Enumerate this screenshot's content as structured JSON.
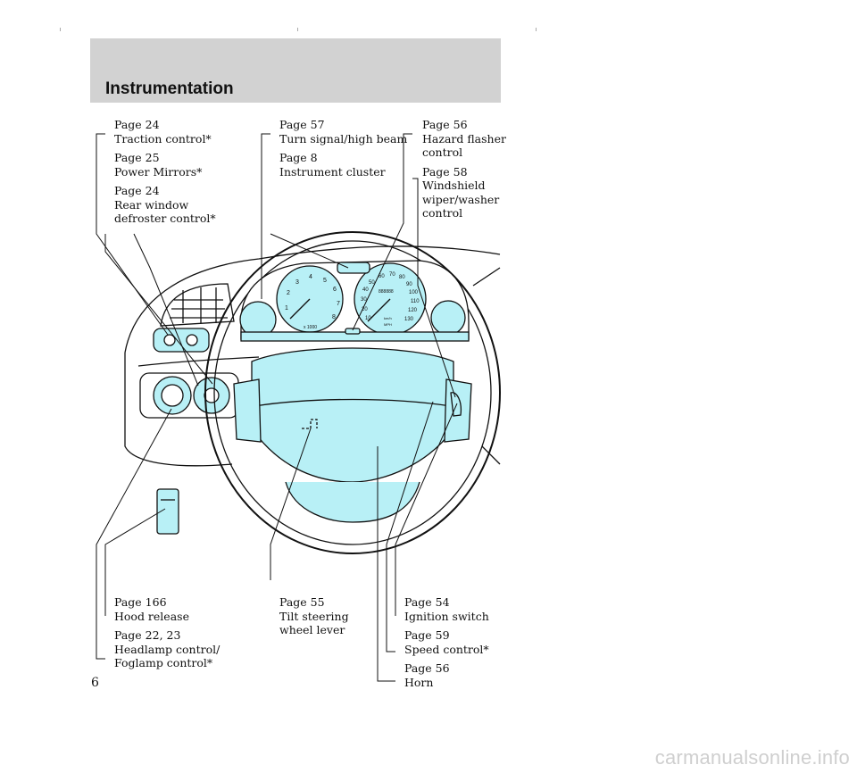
{
  "header": {
    "title": "Instrumentation"
  },
  "callouts": {
    "top_left": [
      {
        "page": "Page 24",
        "label": [
          "Traction control*"
        ]
      },
      {
        "page": "Page 25",
        "label": [
          "Power Mirrors*"
        ]
      },
      {
        "page": "Page 24",
        "label": [
          "Rear window",
          "defroster control*"
        ]
      }
    ],
    "top_center": [
      {
        "page": "Page 57",
        "label": [
          "Turn signal/high beam"
        ]
      },
      {
        "page": "Page 8",
        "label": [
          "Instrument cluster"
        ]
      }
    ],
    "top_right": [
      {
        "page": "Page 56",
        "label": [
          "Hazard flasher",
          "control"
        ]
      },
      {
        "page": "Page 58",
        "label": [
          "Windshield",
          "wiper/washer",
          "control"
        ]
      }
    ],
    "bottom_left": [
      {
        "page": "Page 166",
        "label": [
          "Hood release"
        ]
      },
      {
        "page": "Page 22, 23",
        "label": [
          "Headlamp control/",
          "Foglamp control*"
        ]
      }
    ],
    "bottom_center": [
      {
        "page": "Page 55",
        "label": [
          "Tilt steering",
          "wheel lever"
        ]
      }
    ],
    "bottom_right": [
      {
        "page": "Page 54",
        "label": [
          "Ignition switch"
        ]
      },
      {
        "page": "Page 59",
        "label": [
          "Speed control*"
        ]
      },
      {
        "page": "Page 56",
        "label": [
          "Horn"
        ]
      }
    ]
  },
  "gauges": {
    "tachometer": {
      "ticks": [
        "1",
        "2",
        "3",
        "4",
        "5",
        "6",
        "7",
        "8"
      ],
      "unit": "x 1000"
    },
    "speedometer": {
      "ticks": [
        "10",
        "20",
        "30",
        "40",
        "50",
        "60",
        "70",
        "80",
        "90",
        "100",
        "110",
        "120",
        "130"
      ],
      "odometer": "888888",
      "units": [
        "km/h",
        "MPH"
      ]
    }
  },
  "page_number": "6",
  "watermark": "carmanualsonline.info",
  "colors": {
    "highlight": "#b8f0f6",
    "header_bg": "#d2d2d2",
    "line": "#111111"
  }
}
